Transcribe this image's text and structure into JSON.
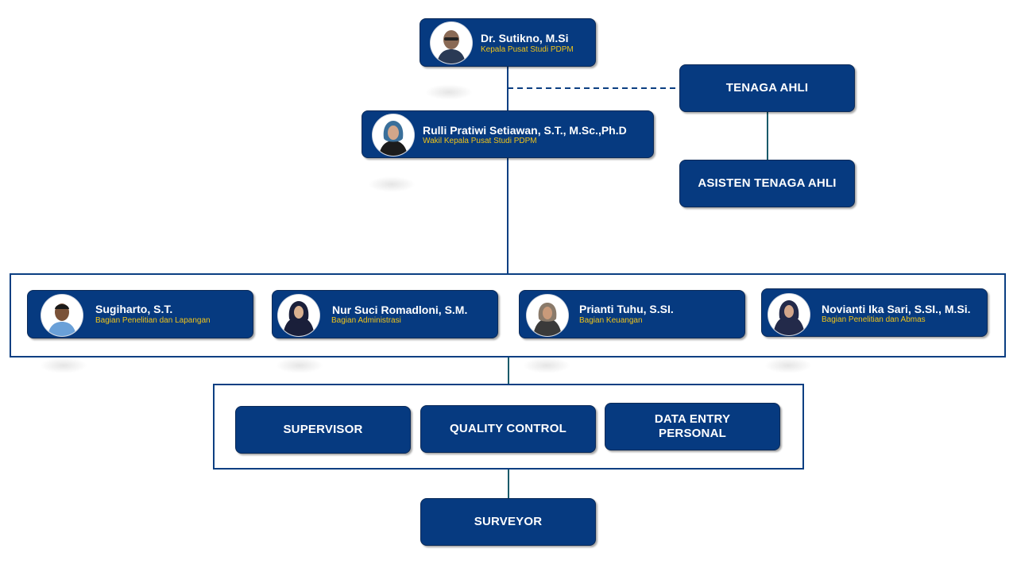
{
  "head": {
    "name": "Dr. Sutikno, M.Si",
    "title": "Kepala Pusat Studi PDPM",
    "avatar_icon": "man-bald-person-icon"
  },
  "deputy": {
    "name": "Rulli Pratiwi Setiawan, S.T., M.Sc.,Ph.D",
    "title": "Wakil Kepala Pusat Studi PDPM",
    "avatar_icon": "woman-hijab-person-icon"
  },
  "experts": {
    "label": "TENAGA AHLI"
  },
  "expert_assistant": {
    "label": "ASISTEN TENAGA AHLI"
  },
  "staff": [
    {
      "name": "Sugiharto, S.T.",
      "title": "Bagian Penelitian  dan Lapangan",
      "avatar_icon": "man-person-icon"
    },
    {
      "name": "Nur Suci Romadloni, S.M.",
      "title": "Bagian Administrasi",
      "avatar_icon": "woman-hijab-person-icon"
    },
    {
      "name": "Prianti Tuhu, S.SI.",
      "title": "Bagian Keuangan",
      "avatar_icon": "woman-hijab-person-icon"
    },
    {
      "name": "Novianti Ika Sari, S.SI., M.Si.",
      "title": "Bagian Penelitian  dan Abmas",
      "avatar_icon": "woman-hijab-person-icon"
    }
  ],
  "teams": [
    {
      "label": "SUPERVISOR"
    },
    {
      "label": "QUALITY CONTROL"
    },
    {
      "label": "DATA ENTRY\nPERSONAL"
    }
  ],
  "surveyor": {
    "label": "SURVEYOR"
  },
  "colors": {
    "box": "#063a80",
    "title_text": "#f0c419",
    "line": "#0b3f82",
    "frame": "#0b3f82"
  }
}
